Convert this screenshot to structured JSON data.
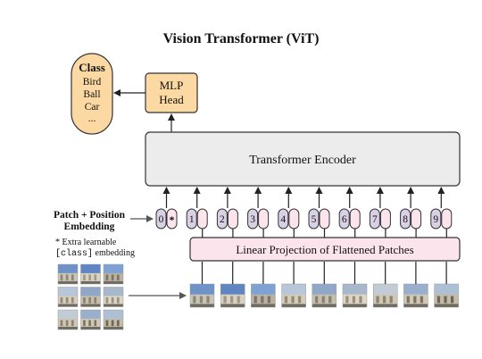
{
  "title": "Vision Transformer (ViT)",
  "class_box": {
    "heading": "Class",
    "items": [
      "Bird",
      "Ball",
      "Car",
      "..."
    ]
  },
  "mlp_head": {
    "line1": "MLP",
    "line2": "Head"
  },
  "encoder": {
    "label": "Transformer Encoder"
  },
  "projection": {
    "label": "Linear Projection of Flattened Patches"
  },
  "embedding_caption": {
    "line1": "Patch + Position",
    "line2": "Embedding"
  },
  "footnote": {
    "line1": "* Extra learnable",
    "code": "[class]",
    "line2_rest": " embedding"
  },
  "tokens": [
    "0",
    "1",
    "2",
    "3",
    "4",
    "5",
    "6",
    "7",
    "8",
    "9"
  ],
  "class_token_marker": "*",
  "colors": {
    "class_box": "#fcd9a2",
    "mlp_head": "#fcd9a2",
    "encoder": "#ececec",
    "projection": "#fce4ec",
    "position_token": "#d9d0e6",
    "patch_token": "#fce4ec"
  }
}
